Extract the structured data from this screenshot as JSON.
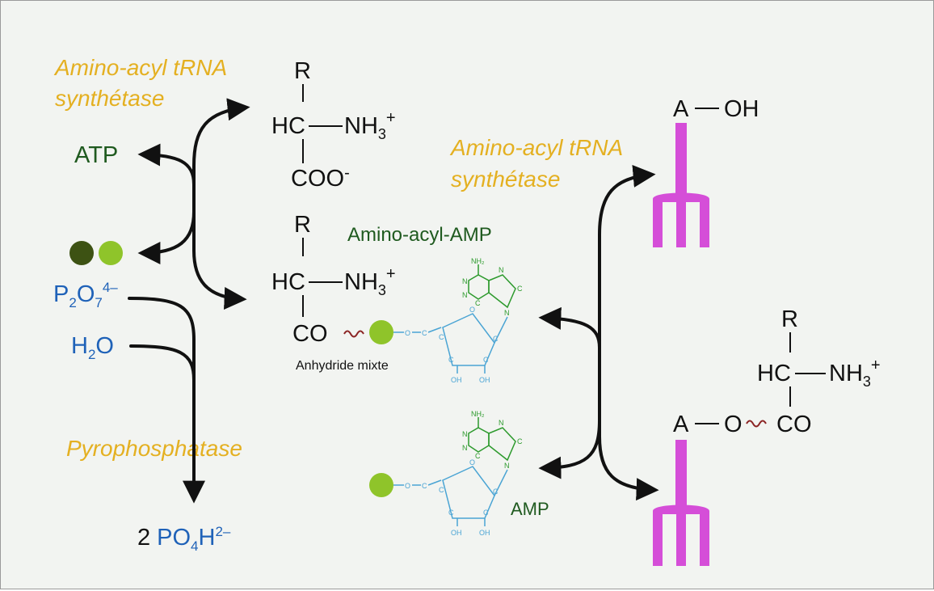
{
  "colors": {
    "enzyme": "#e4b021",
    "dark_green": "#1f5a1f",
    "light_green": "#8fc42a",
    "dark_olive": "#3d5213",
    "blue": "#1f62b8",
    "cyan": "#4aa4d4",
    "magenta": "#d54ed8",
    "maroon": "#8b2424",
    "black": "#111111"
  },
  "enzyme_top_1": "Amino-acyl tRNA",
  "enzyme_top_2": "synthétase",
  "enzyme_mid_1": "Amino-acyl tRNA",
  "enzyme_mid_2": "synthétase",
  "enzyme_pyro": "Pyrophosphatase",
  "atp": "ATP",
  "h2o": {
    "h": "H",
    "sub": "2",
    "o": "O"
  },
  "ppi": {
    "p": "P",
    "sub2": "2",
    "o": "O",
    "sub7": "7",
    "charge": "4–"
  },
  "phosphate": {
    "coef": "2",
    "po": "PO",
    "sub4": "4",
    "h": "H",
    "charge": "2–"
  },
  "aa1": {
    "r": "R",
    "hc": "HC",
    "nh": "NH",
    "sub3": "3",
    "plus": "+",
    "coo": "COO",
    "minus": "-"
  },
  "aa2": {
    "r": "R",
    "hc": "HC",
    "nh": "NH",
    "sub3": "3",
    "plus": "+",
    "co": "CO"
  },
  "aa3": {
    "r": "R",
    "hc": "HC",
    "nh": "NH",
    "sub3": "3",
    "plus": "+",
    "co": "CO"
  },
  "amp_label": "Amino-acyl-AMP",
  "anhydride_label": "Anhydride mixte",
  "amp_bottom_label": "AMP",
  "trna_top": {
    "a": "A",
    "oh": "OH"
  },
  "trna_bottom": {
    "a": "A",
    "o": "O"
  },
  "nucleotide": {
    "nh2": "NH₂",
    "n": "N",
    "c": "C",
    "o": "O",
    "oh": "OH"
  }
}
